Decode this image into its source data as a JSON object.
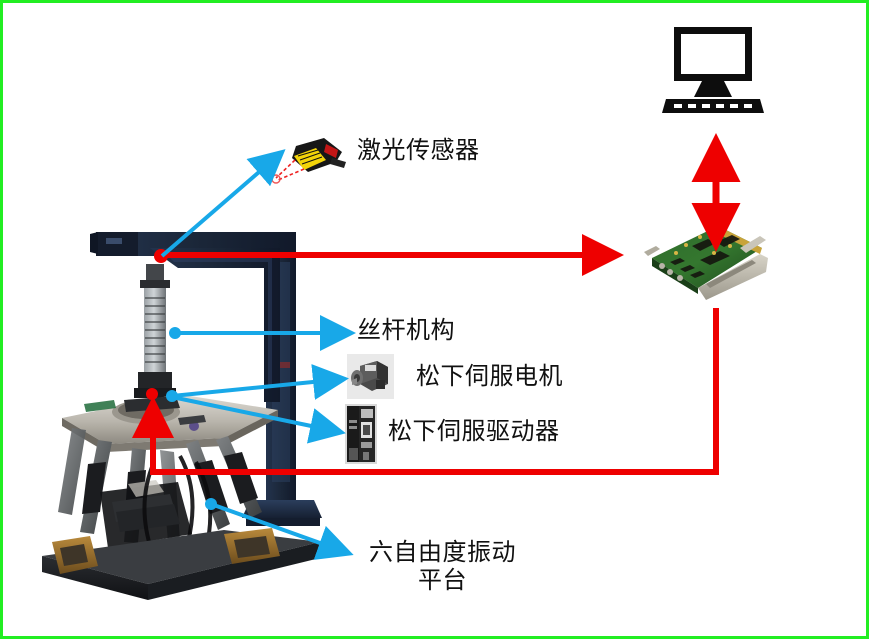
{
  "figure": {
    "border_color": "#22ee22",
    "background": "#ffffff",
    "signal_color_blue": "#18a8e8",
    "signal_color_red": "#ee0000"
  },
  "labels": {
    "laser_sensor": "激光传感器",
    "screw_mechanism": "丝杆机构",
    "servo_motor": "松下伺服电机",
    "servo_driver": "松下伺服驱动器",
    "platform_line1": "六自由度振动",
    "platform_line2": "平台"
  },
  "components": {
    "monitor": "computer-monitor-icon",
    "daq_card": "pci-data-acquisition-card",
    "laser": "laser-displacement-sensor",
    "motor_thumb": "panasonic-servo-motor-photo",
    "driver_thumb": "panasonic-servo-driver-photo",
    "platform": "six-dof-stewart-vibration-platform-photo",
    "gantry": "gantry-frame",
    "ballscrew": "ball-screw-actuator"
  },
  "connections": {
    "monitor_card": "bidirectional-red-arrow",
    "gantry_to_card": "red-arrow-right",
    "card_to_platform": "red-arrow-up-left-route",
    "laser_callout": "blue-arrow",
    "screw_callout": "blue-arrow",
    "motor_callout": "blue-arrow",
    "driver_callout": "blue-arrow",
    "platform_callout": "blue-arrow"
  }
}
